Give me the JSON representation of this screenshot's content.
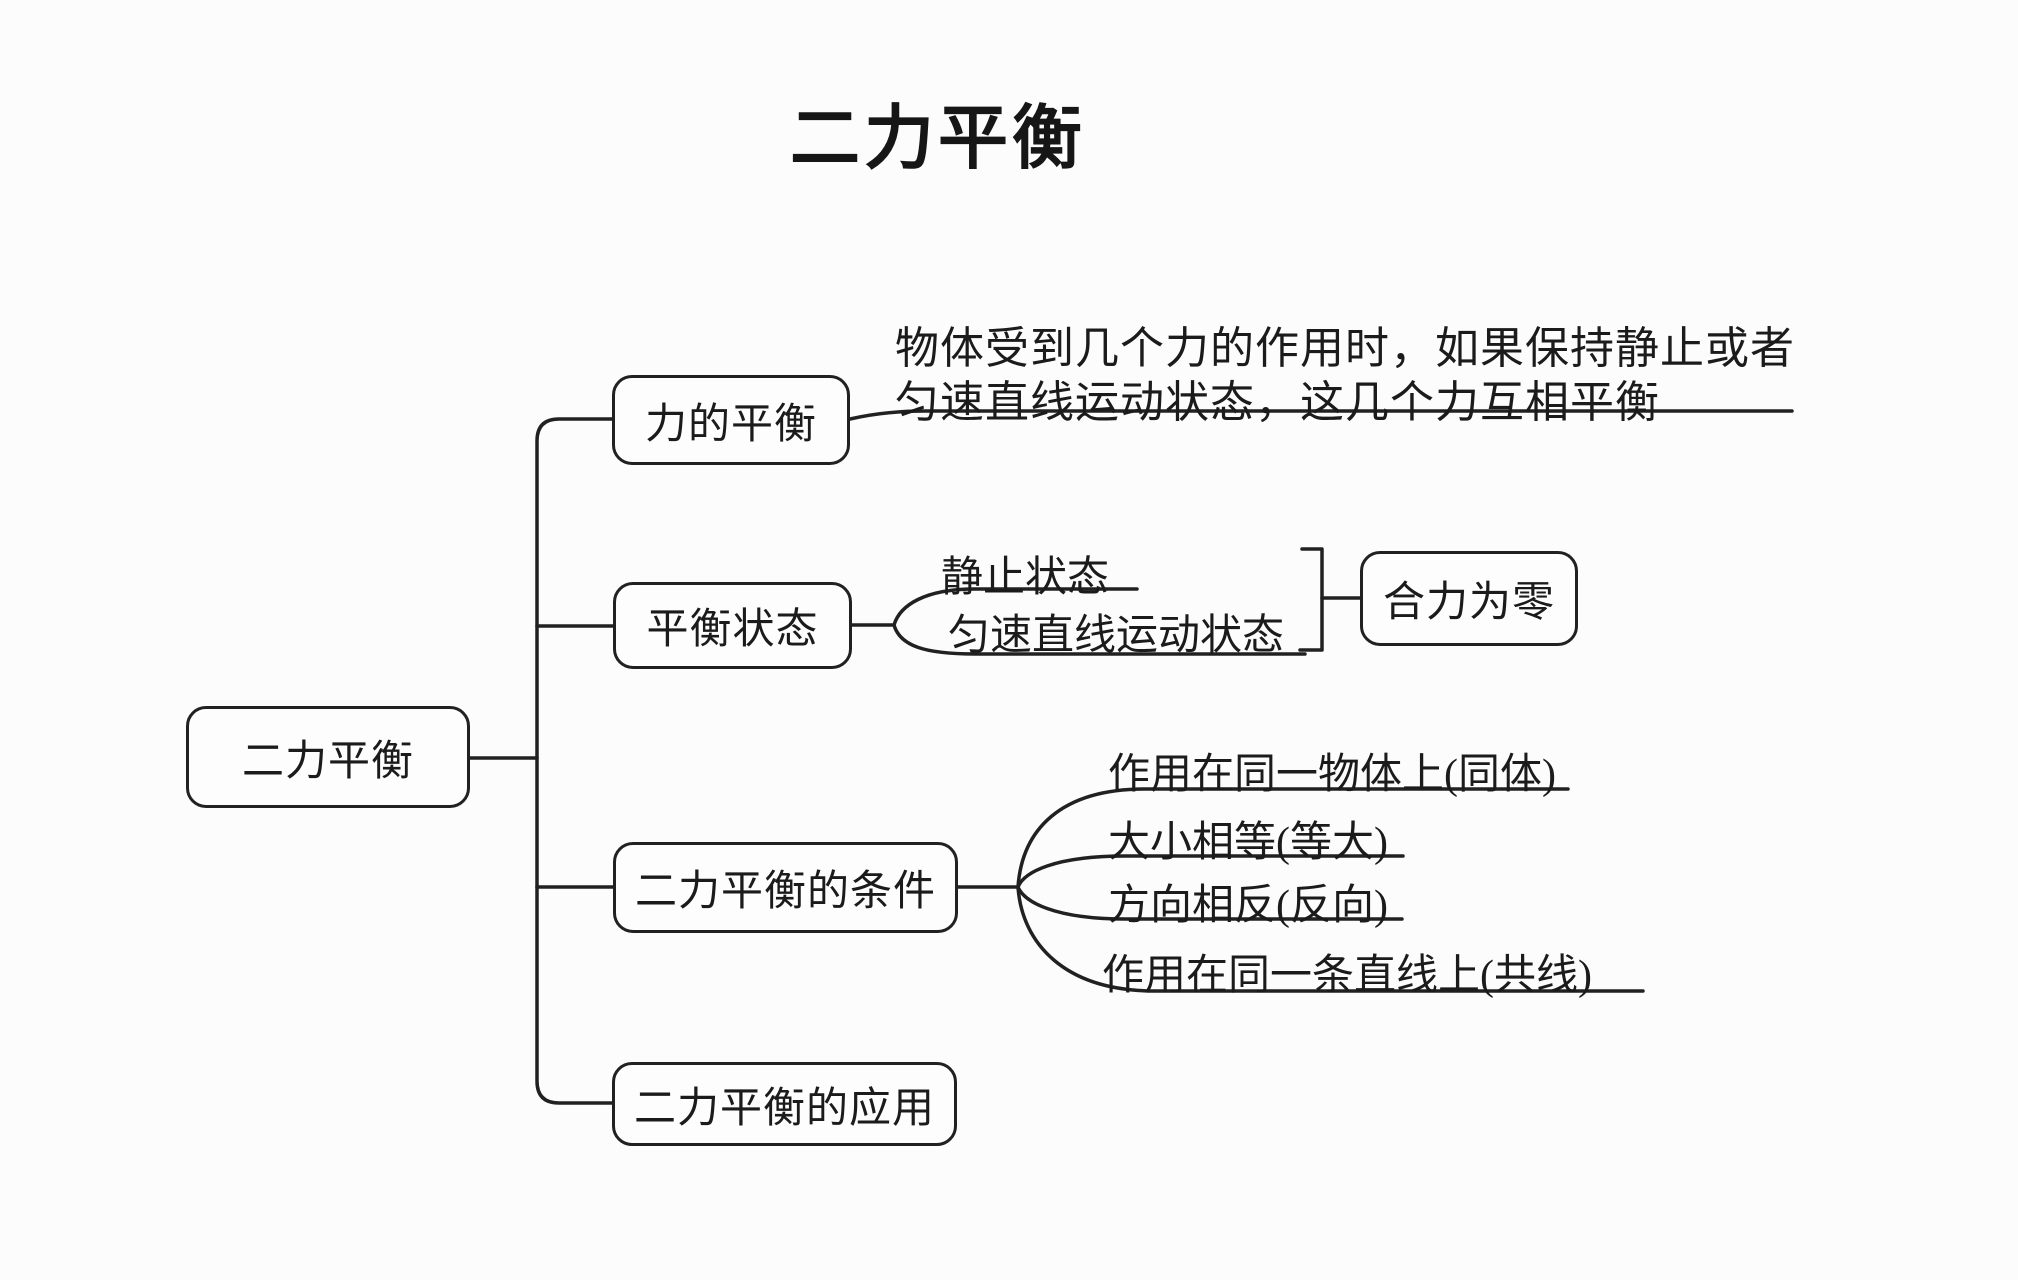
{
  "title": "二力平衡",
  "root": {
    "label": "二力平衡"
  },
  "branches": [
    {
      "label": "力的平衡",
      "note_line1": "物体受到几个力的作用时，如果保持静止或者",
      "note_line2": "匀速直线运动状态，这几个力互相平衡"
    },
    {
      "label": "平衡状态",
      "items": [
        {
          "label": "静止状态"
        },
        {
          "label": "匀速直线运动状态"
        }
      ],
      "result": {
        "label": "合力为零"
      }
    },
    {
      "label": "二力平衡的条件",
      "items": [
        {
          "label": "作用在同一物体上(同体)"
        },
        {
          "label": "大小相等(等大)"
        },
        {
          "label": "方向相反(反向)"
        },
        {
          "label": "作用在同一条直线上(共线)"
        }
      ]
    },
    {
      "label": "二力平衡的应用"
    }
  ],
  "colors": {
    "ink": "#212121",
    "background": "#fcfcfc",
    "node_fill": "#fdfdfd"
  }
}
